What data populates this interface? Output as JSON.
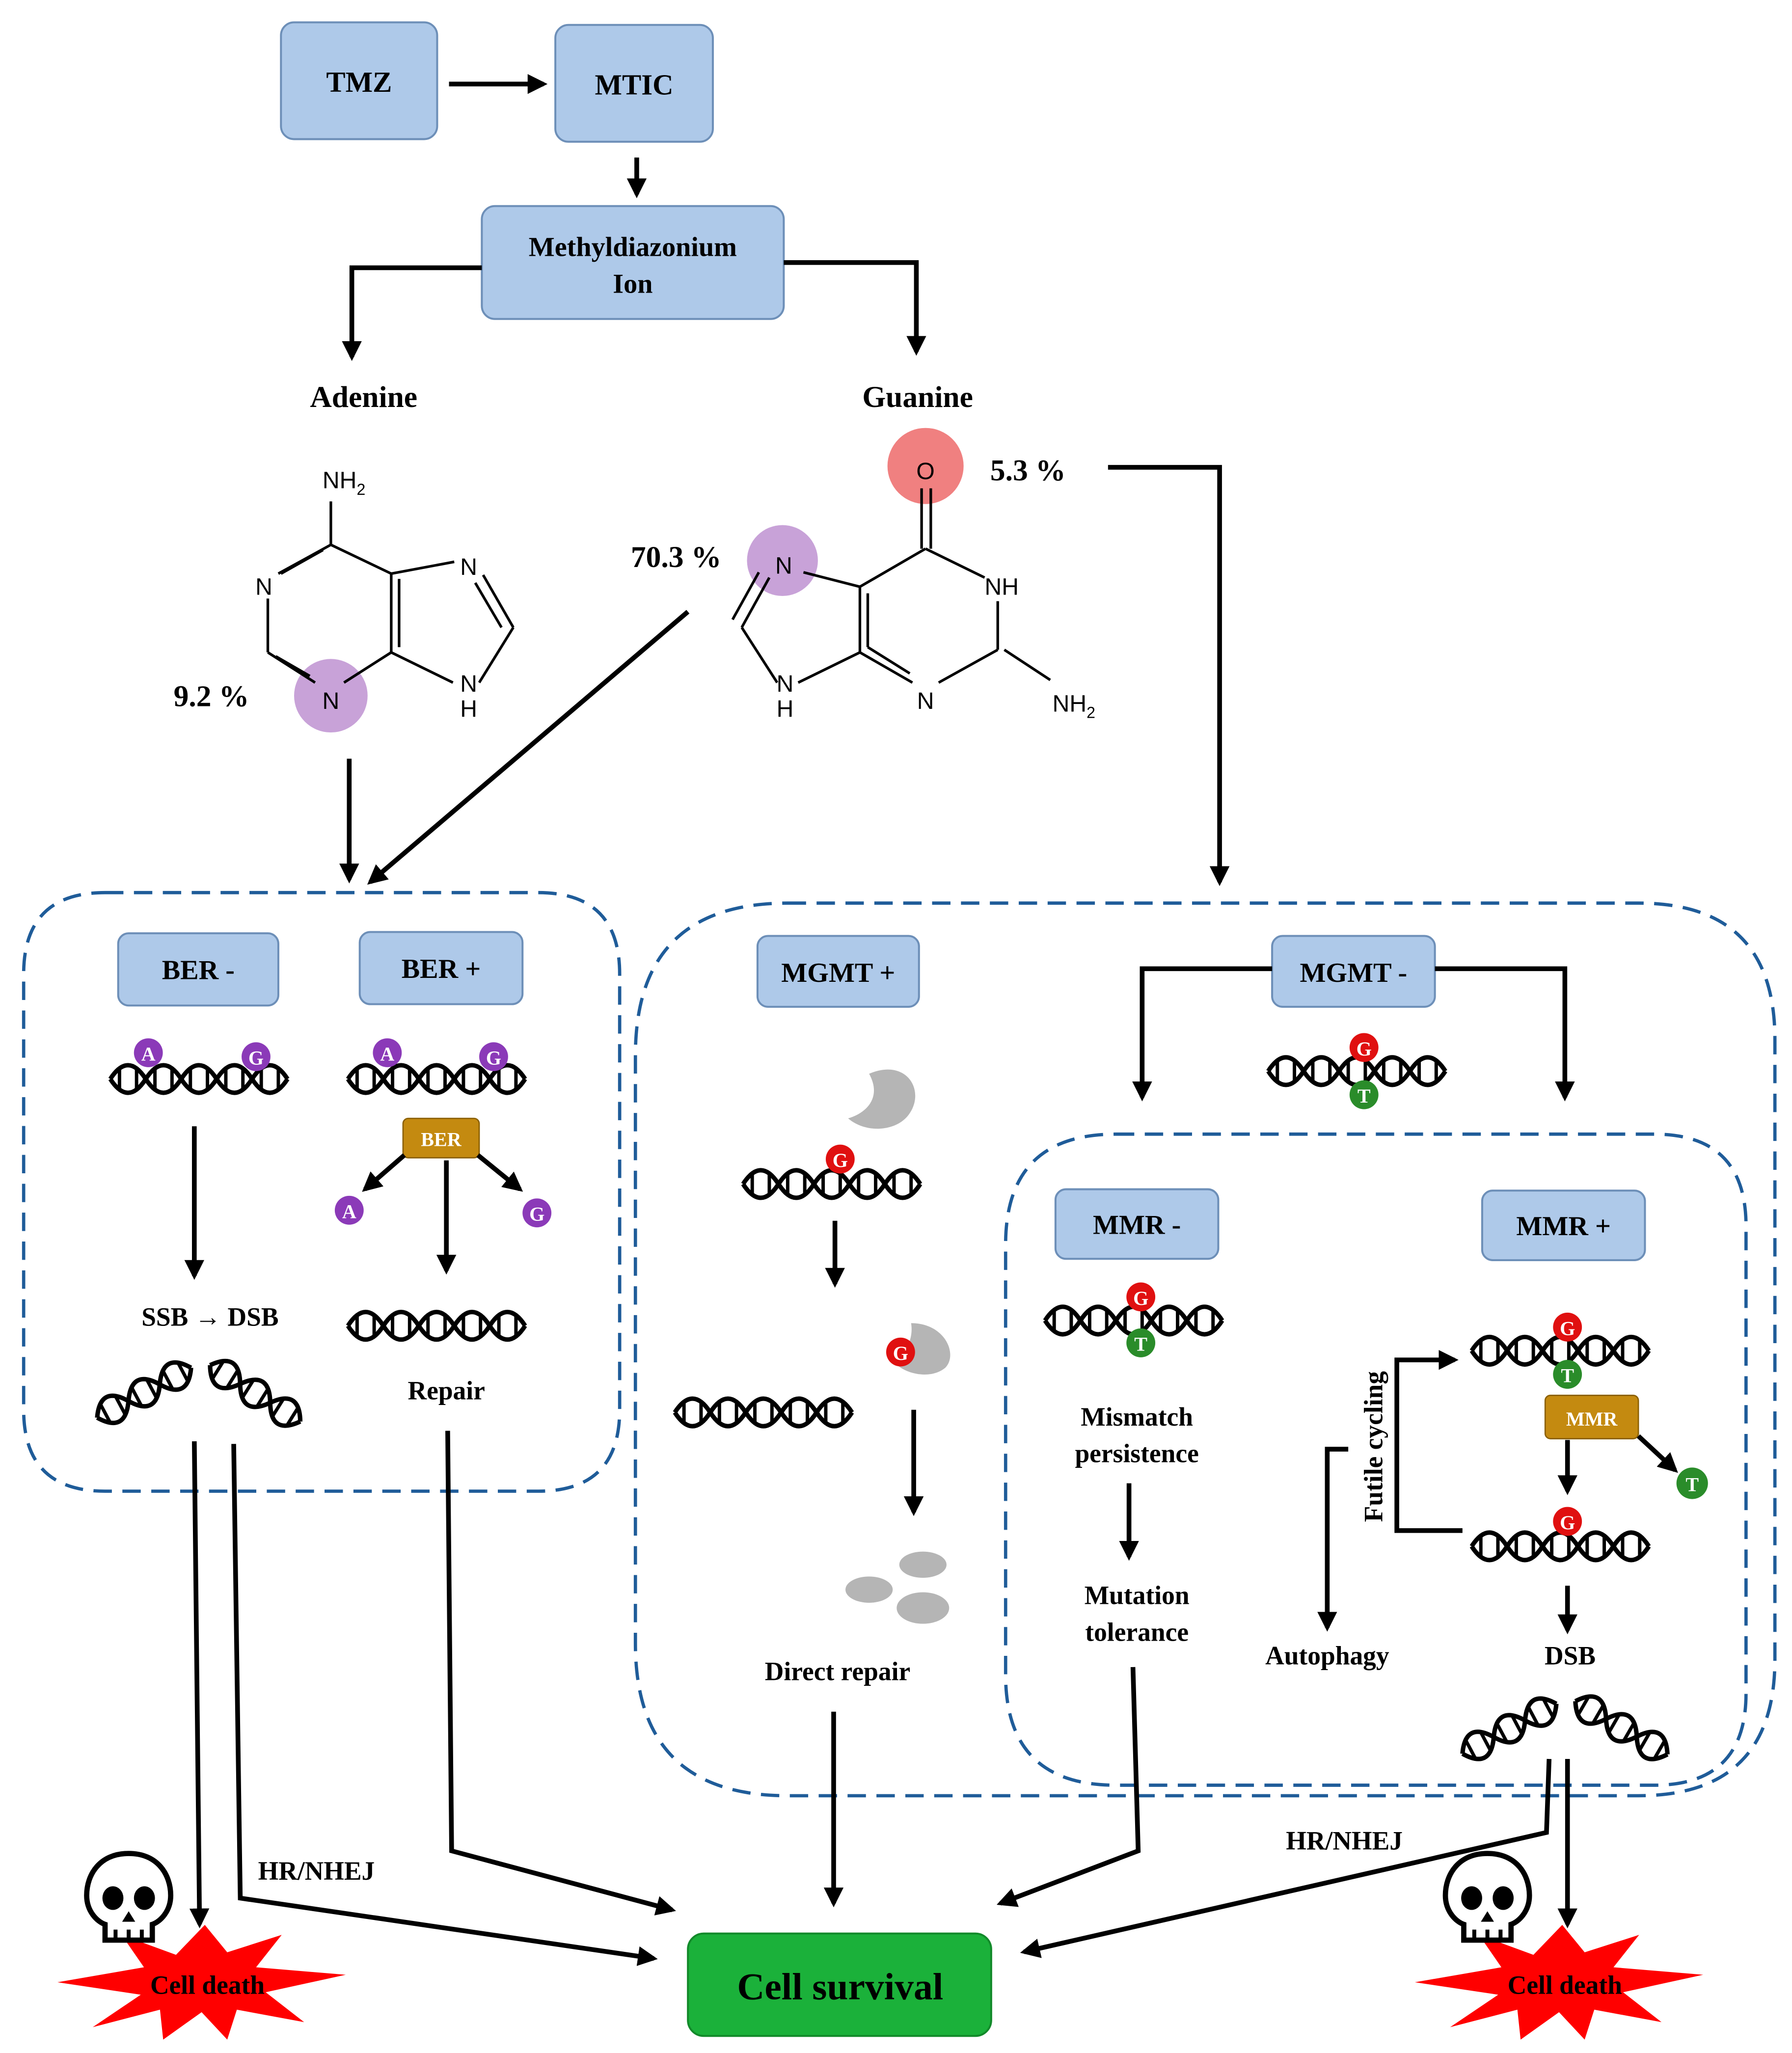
{
  "colors": {
    "box_fill": "#aec9e9",
    "box_stroke": "#6d8fb8",
    "dashed_border": "#1f5c99",
    "survival_fill": "#1bb13a",
    "death_star": "#ff0000",
    "purple_base": "#8b3ab8",
    "red_base": "#e01010",
    "green_base": "#2a8c2a",
    "enzyme_fill": "#c48a10",
    "o6_highlight": "#f08080",
    "n_highlight": "#c8a2d8",
    "mgmt_protein": "#b5b5b5"
  },
  "top_flow": {
    "tmz": "TMZ",
    "mtic": "MTIC",
    "methyldiazonium_line1": "Methyldiazonium",
    "methyldiazonium_line2": "Ion"
  },
  "bases": {
    "adenine_title": "Adenine",
    "guanine_title": "Guanine",
    "adenine_percent": "9.2 %",
    "guanine_n7_percent": "70.3 %",
    "guanine_o6_percent": "5.3 %"
  },
  "atoms": {
    "nh2": "NH",
    "sub2": "2",
    "n": "N",
    "nh": "NH",
    "h": "H",
    "o": "O"
  },
  "ber": {
    "ber_minus": "BER -",
    "ber_plus": "BER +",
    "enzyme": "BER",
    "ssb_dsb": "SSB → DSB",
    "repair": "Repair",
    "base_a": "A",
    "base_g": "G"
  },
  "mgmt": {
    "mgmt_plus": "MGMT +",
    "mgmt_minus": "MGMT -",
    "direct_repair": "Direct repair",
    "base_g": "G",
    "base_t": "T"
  },
  "mmr": {
    "mmr_minus": "MMR -",
    "mmr_plus": "MMR +",
    "enzyme": "MMR",
    "mismatch_line1": "Mismatch",
    "mismatch_line2": "persistence",
    "tolerance_line1": "Mutation",
    "tolerance_line2": "tolerance",
    "futile": "Futile cycling",
    "autophagy": "Autophagy",
    "dsb": "DSB"
  },
  "outcomes": {
    "hr_nhej": "HR/NHEJ",
    "cell_death": "Cell death",
    "cell_survival": "Cell survival"
  }
}
